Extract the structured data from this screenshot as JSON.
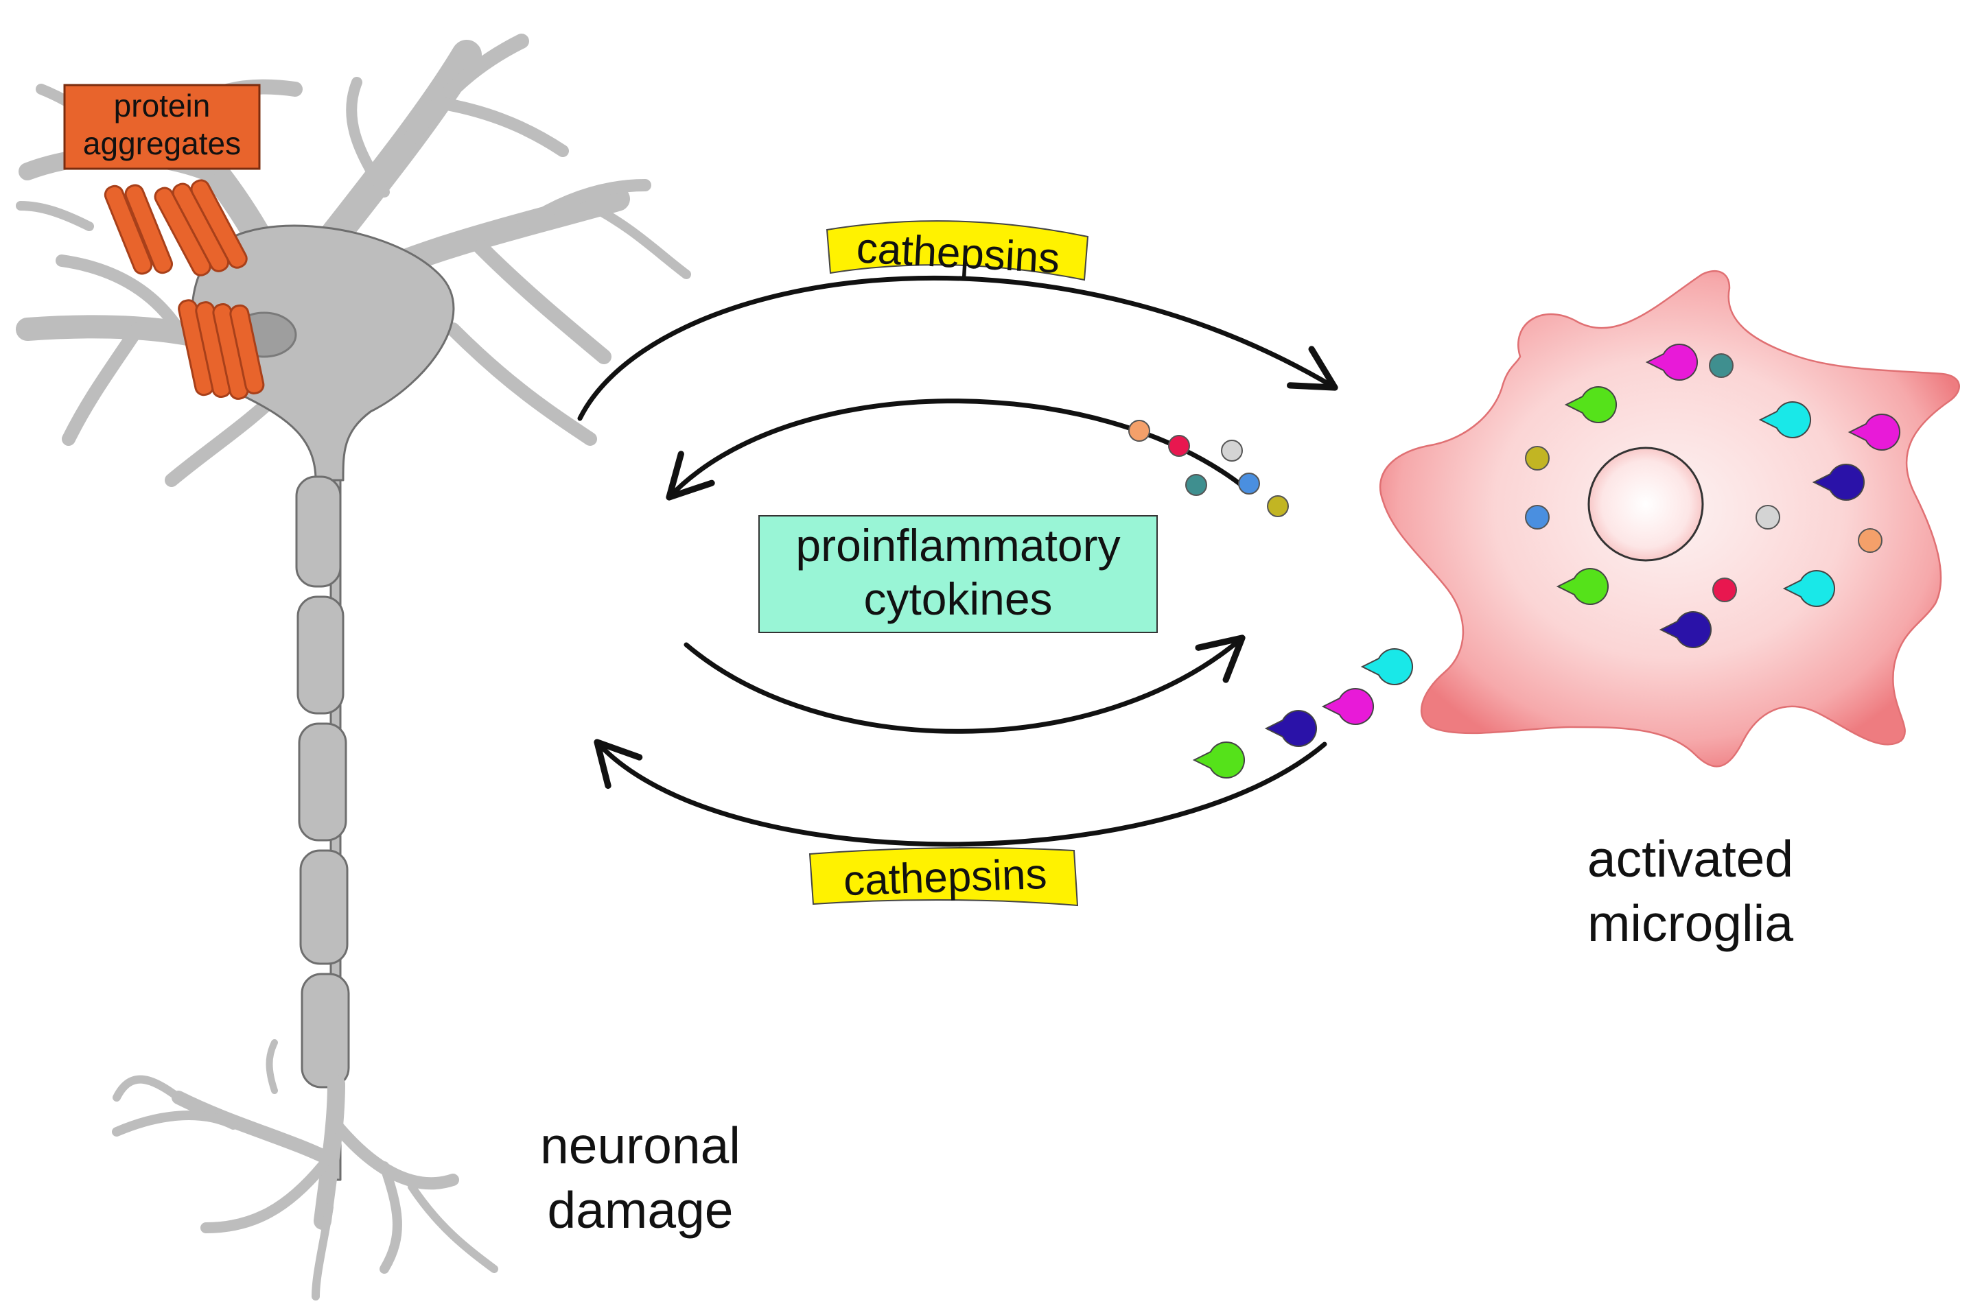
{
  "labels": {
    "protein_aggregates": [
      "protein",
      "aggregates"
    ],
    "cathepsins_top": "cathepsins",
    "cathepsins_bottom": "cathepsins",
    "cytokines": [
      "proinflammatory",
      "cytokines"
    ],
    "neuronal_damage": [
      "neuronal",
      "damage"
    ],
    "activated_microglia": [
      "activated",
      "microglia"
    ]
  },
  "colors": {
    "neuron_fill": "#bdbdbd",
    "neuron_stroke": "#6e6e6e",
    "aggregate_fill": "#e8642c",
    "aggregate_box": "#e8642c",
    "cathepsin_tag": "#fff200",
    "cytokine_box": "#99f5d6",
    "microglia_edge": "#f07d80",
    "microglia_center": "#fde9e9",
    "arrow": "#111111"
  },
  "icons": [
    "cathepsin-pacman-icon",
    "cytokine-dot-icon"
  ]
}
